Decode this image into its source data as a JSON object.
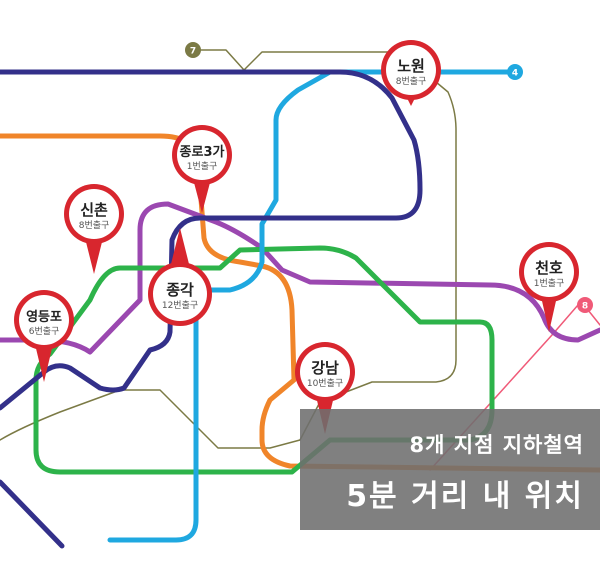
{
  "lines": [
    {
      "id": "line7",
      "name": "7",
      "color": "#7b7a45",
      "badge": "7"
    },
    {
      "id": "line4",
      "name": "4",
      "color": "#1fa8e0",
      "badge": "4"
    },
    {
      "id": "line8",
      "name": "8",
      "color": "#f05a78",
      "badge": "8"
    },
    {
      "id": "line1",
      "color": "#33308a"
    },
    {
      "id": "line2",
      "color": "#2db34a"
    },
    {
      "id": "line3",
      "color": "#f0852a"
    },
    {
      "id": "line5",
      "color": "#9b48b0"
    }
  ],
  "pin_color": "#d8262e",
  "stations": [
    {
      "name": "노원",
      "exit": "8번출구"
    },
    {
      "name": "종로3가",
      "exit": "1번출구"
    },
    {
      "name": "신촌",
      "exit": "8번출구"
    },
    {
      "name": "천호",
      "exit": "1번출구"
    },
    {
      "name": "종각",
      "exit": "12번출구"
    },
    {
      "name": "영등포",
      "exit": "6번출구"
    },
    {
      "name": "강남",
      "exit": "10번출구"
    }
  ],
  "overlay": {
    "line1": "8개 지점 지하철역",
    "line2": "5분 거리 내 위치"
  }
}
